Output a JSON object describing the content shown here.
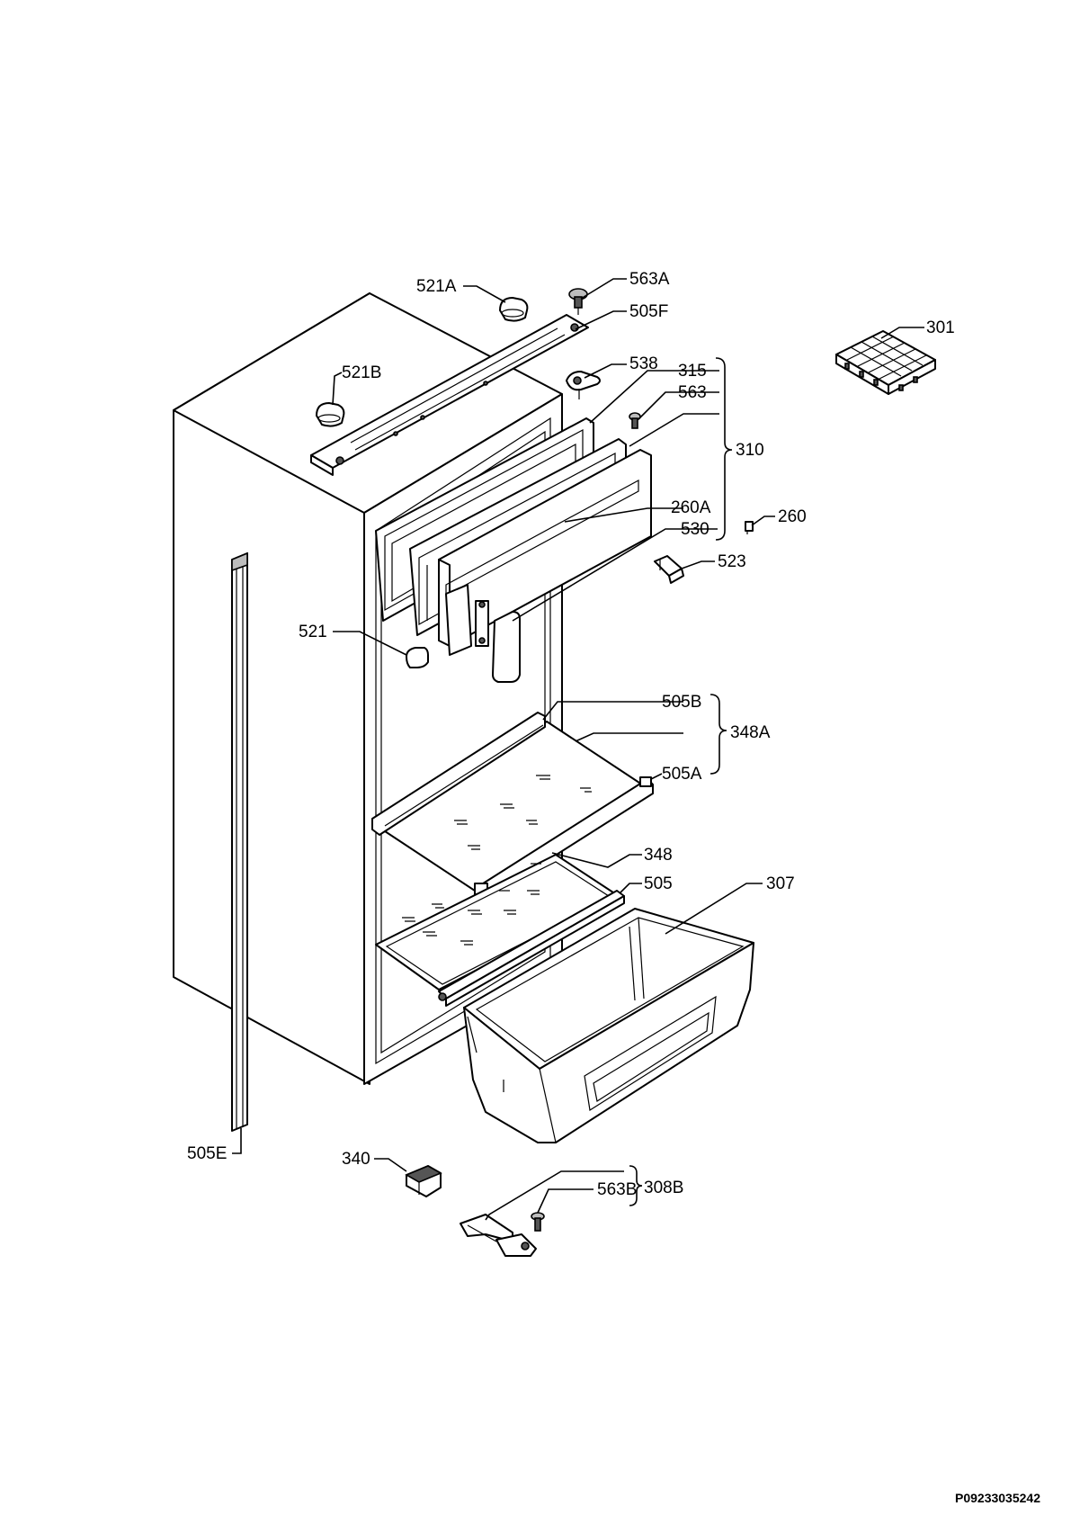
{
  "diagram": {
    "reference_code": "P09233035242",
    "callouts": {
      "c521a": "521A",
      "c563a": "563A",
      "c505f": "505F",
      "c521b": "521B",
      "c538": "538",
      "c315": "315",
      "c563": "563",
      "c310": "310",
      "c301": "301",
      "c260a": "260A",
      "c260": "260",
      "c530": "530",
      "c523": "523",
      "c521": "521",
      "c505b": "505B",
      "c348a": "348A",
      "c505a": "505A",
      "c348": "348",
      "c505": "505",
      "c307": "307",
      "c505e": "505E",
      "c340": "340",
      "c563b": "563B",
      "c308b": "308B"
    }
  }
}
